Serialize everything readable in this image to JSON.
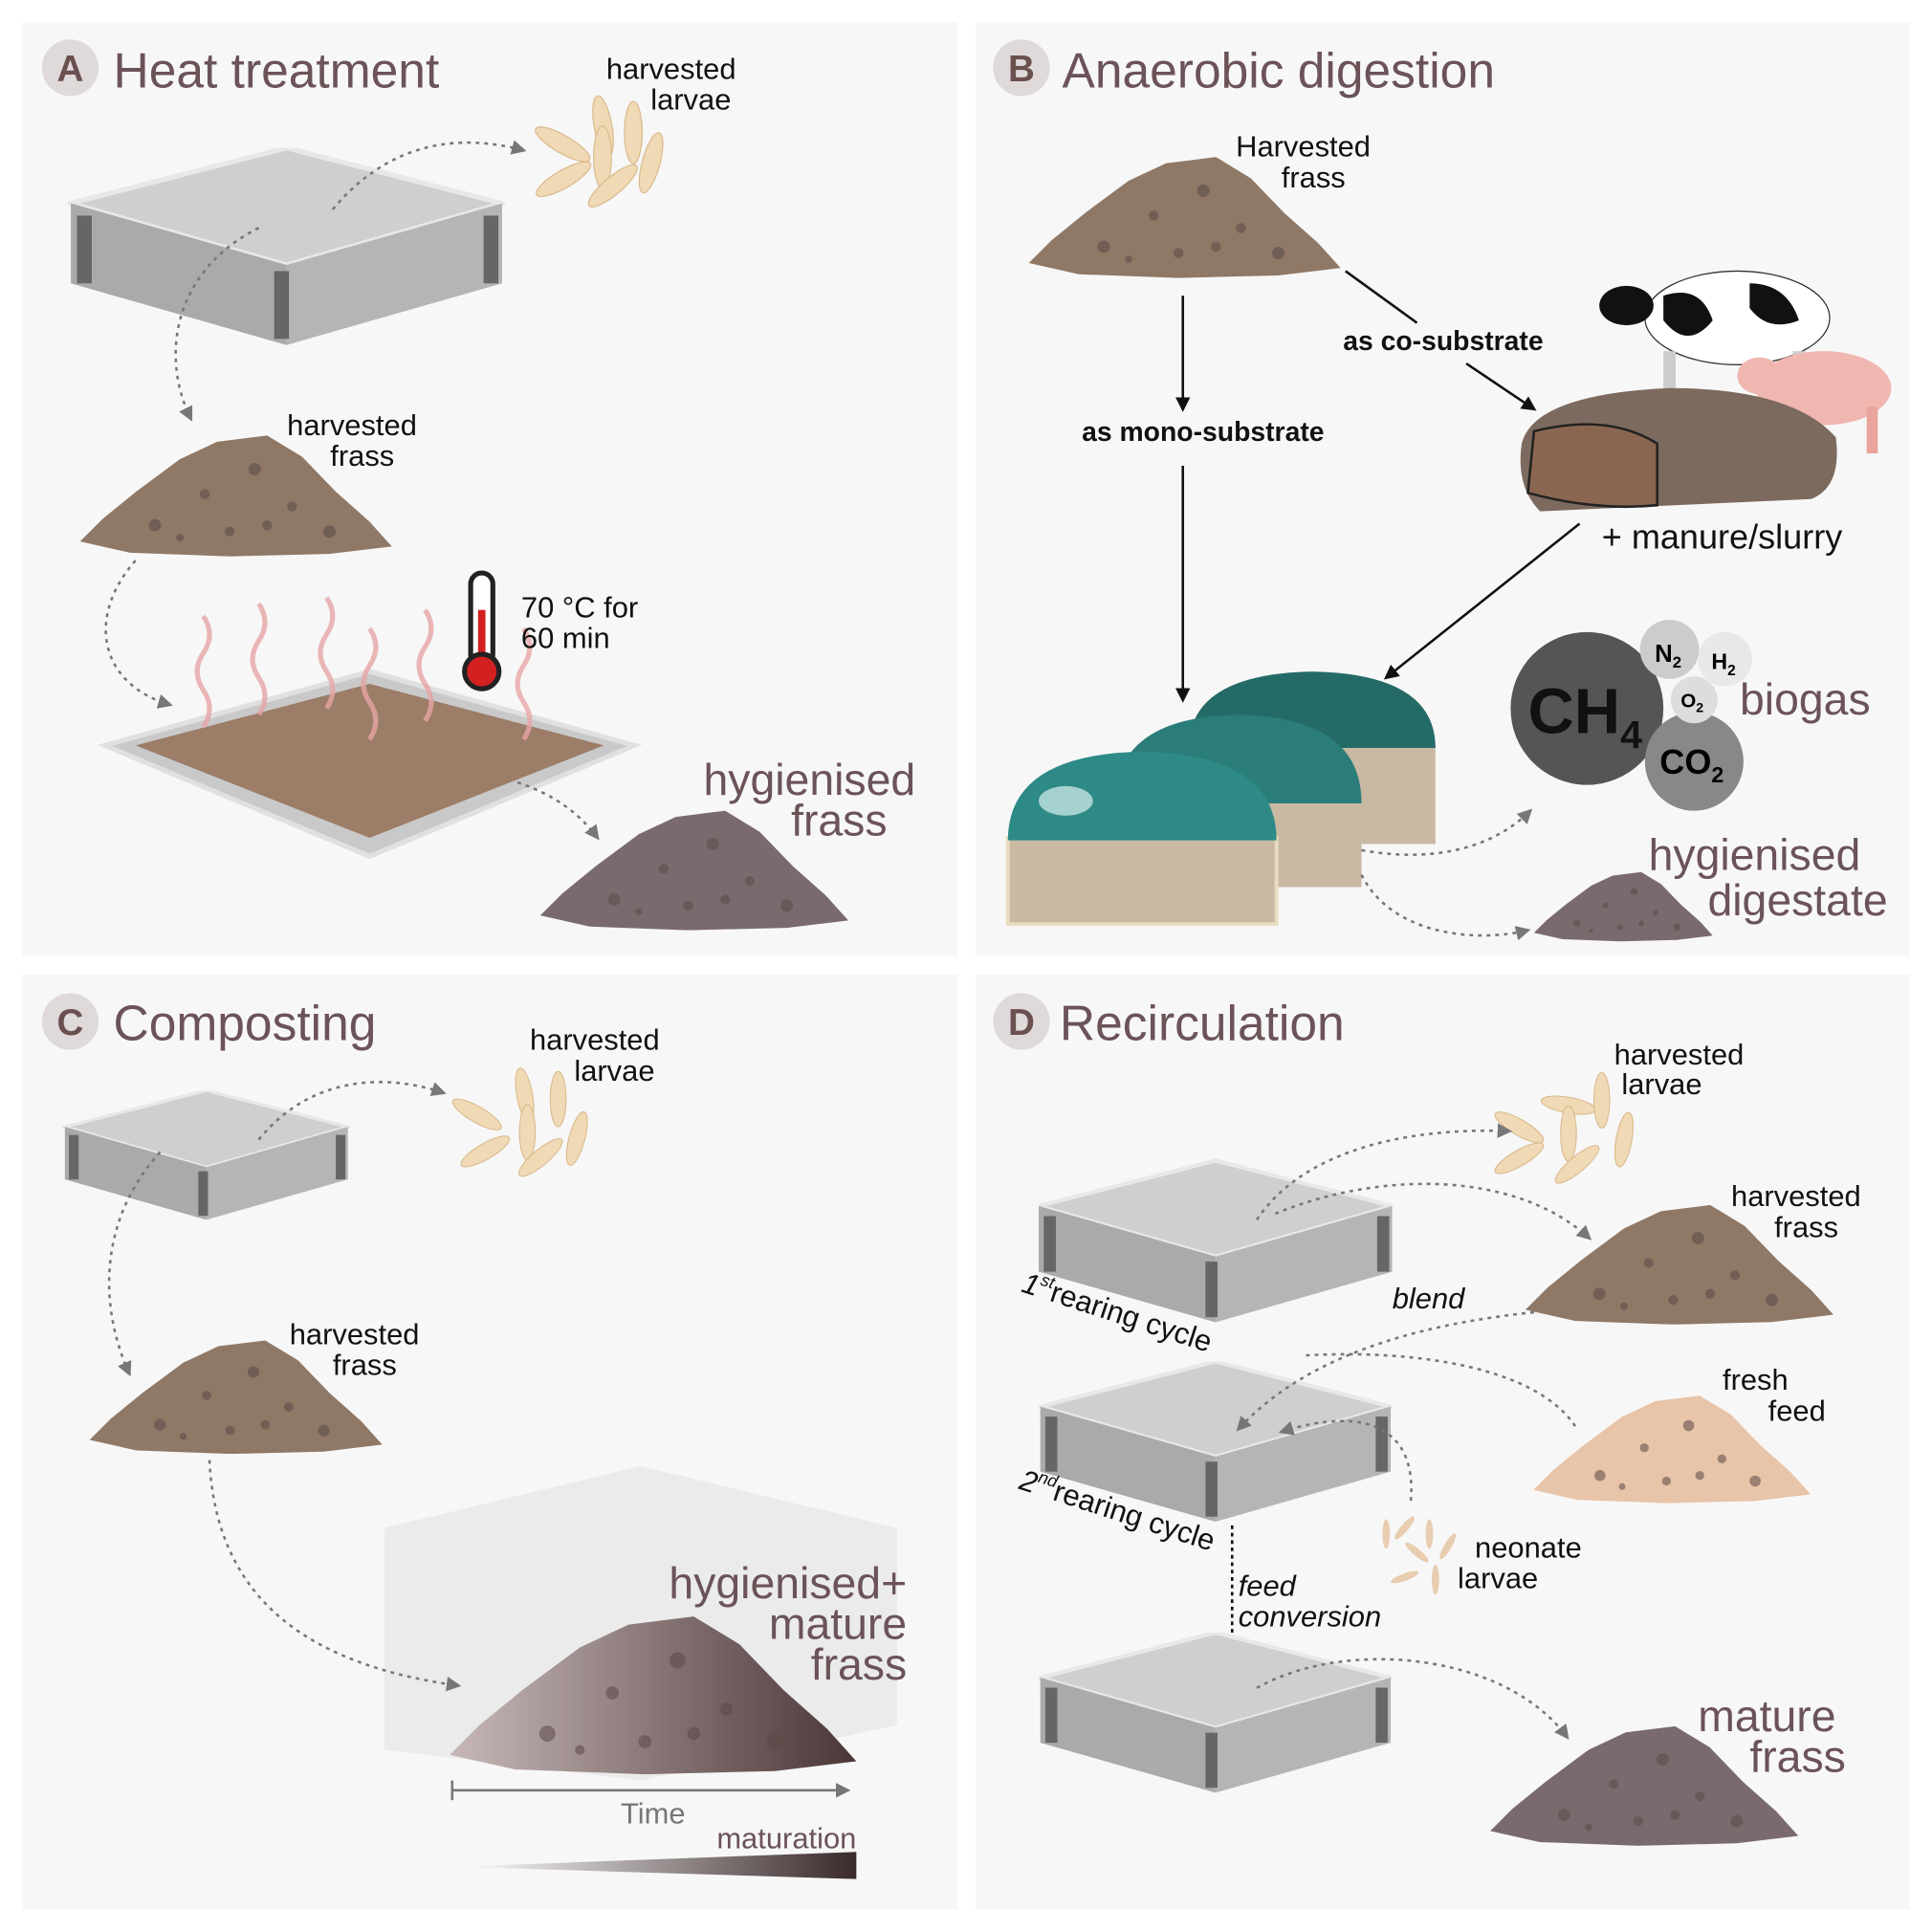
{
  "panels": {
    "a": {
      "letter": "A",
      "title": "Heat treatment",
      "larvae_1": "harvested",
      "larvae_2": "larvae",
      "frass_1": "harvested",
      "frass_2": "frass",
      "temp_1": "70 °C for",
      "temp_2": "60 min",
      "out_1": "hygienised",
      "out_2": "frass"
    },
    "b": {
      "letter": "B",
      "title": "Anaerobic digestion",
      "frass_1": "Harvested",
      "frass_2": "frass",
      "mono": "as mono-substrate",
      "co": "as co-substrate",
      "manure": "+ manure/slurry",
      "ch4": "CH",
      "ch4_sub": "4",
      "n2": "N",
      "n2_sub": "2",
      "h2": "H",
      "h2_sub": "2",
      "o2": "O",
      "o2_sub": "2",
      "co2": "CO",
      "co2_sub": "2",
      "biogas": "biogas",
      "out_1": "hygienised",
      "out_2": "digestate"
    },
    "c": {
      "letter": "C",
      "title": "Composting",
      "larvae_1": "harvested",
      "larvae_2": "larvae",
      "frass_1": "harvested",
      "frass_2": "frass",
      "out_1": "hygienised+",
      "out_2": "mature",
      "out_3": "frass",
      "time": "Time",
      "maturation": "maturation"
    },
    "d": {
      "letter": "D",
      "title": "Recirculation",
      "larvae_1": "harvested",
      "larvae_2": "larvae",
      "frass_1": "harvested",
      "frass_2": "frass",
      "cycle1_num": "1",
      "cycle1_sup": "st",
      "cycle1": "rearing cycle",
      "blend": "blend",
      "feed_1": "fresh",
      "feed_2": "feed",
      "cycle2_num": "2",
      "cycle2_sup": "nd",
      "cycle2": "rearing cycle",
      "neo_1": "neonate",
      "neo_2": "larvae",
      "conv_1": "feed",
      "conv_2": "conversion",
      "out_1": "mature",
      "out_2": "frass"
    }
  },
  "colors": {
    "panel_bg": "#f7f7f7",
    "title": "#6b5358",
    "frass": "#8f7866",
    "mature": "#7a6a6e",
    "feed": "#e8c4a8",
    "digester": "#2e8a86"
  }
}
